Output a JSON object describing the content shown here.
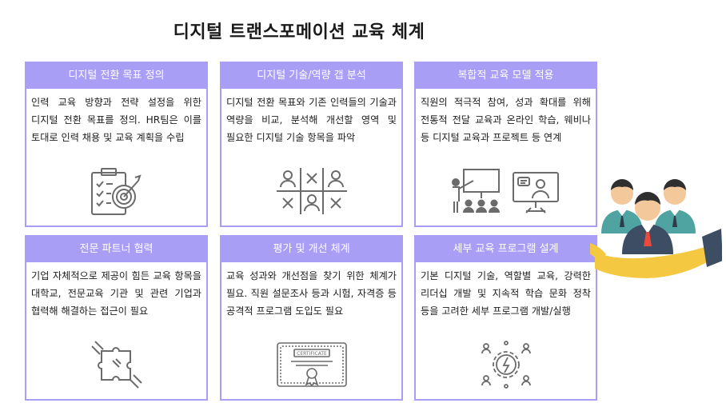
{
  "title": "디지털 트랜스포메이션 교육 체계",
  "cards": [
    {
      "heading": "디지털 전환 목표 정의",
      "body": "인력 교육 방향과 전략 설정을 위한 디지털 전환 목표를 정의. HR팀은 이를 토대로 인력 채용 및 교육 계획을 수립",
      "icon": "target-clipboard-icon"
    },
    {
      "heading": "디지털 기술/역량 갭 분석",
      "body": "디지털 전환 목표와 기존 인력들의 기술과 역량을 비교, 분석해 개선할 영역 및 필요한 디지털 기술 항목을 파악",
      "icon": "people-grid-icon"
    },
    {
      "heading": "복합적 교육 모델 적용",
      "body": "직원의 적극적 참여, 성과 확대를 위해 전통적 전달 교육과 온라인 학습, 웨비나 등 디지털 교육과 프로젝트 등 연계",
      "icon": "classroom-icon"
    },
    {
      "heading": "전문 파트너 협력",
      "body": "기업 자체적으로 제공이 힘든 교육 항목을 대학교, 전문교육 기관 및 관련 기업과 협력해 해결하는 접근이 필요",
      "icon": "puzzle-hands-icon"
    },
    {
      "heading": "평가 및 개선 체계",
      "body": "교육 성과와 개선점을 찾기 위한 체계가 필요. 직원 설문조사 등과 시험, 자격증 등 공격적 프로그램 도입도 필요",
      "icon": "certificate-icon",
      "certificate_label": "CERTIFICATE"
    },
    {
      "heading": "세부 교육 프로그램 설계",
      "body": "기본 디지털 기술, 역할별 교육, 강력한 리더십 개발 및 지속적 학습 문화 정착 등을 고려한 세부 프로그램 개발/실행",
      "icon": "team-gear-icon"
    }
  ],
  "illustration": "hand-holding-team-icon",
  "colors": {
    "accent": "#a99ef5",
    "icon": "#6b6b6b",
    "hand": "#f5c842",
    "suit_dark": "#3d4d63",
    "suit_teal": "#4fa3a0"
  }
}
